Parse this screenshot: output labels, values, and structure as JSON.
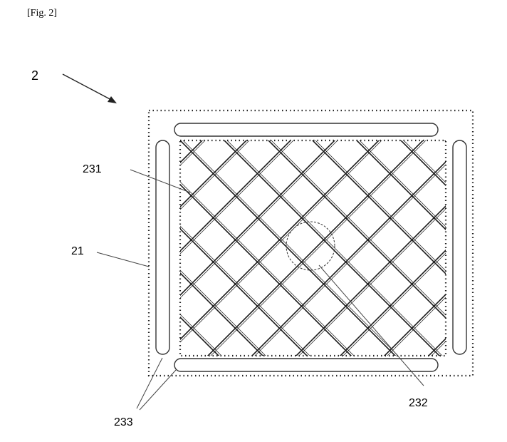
{
  "figure": {
    "caption": "[Fig. 2]"
  },
  "labels": {
    "device": "2",
    "frame": "21",
    "mesh": "231",
    "circle": "232",
    "slots": "233"
  }
}
